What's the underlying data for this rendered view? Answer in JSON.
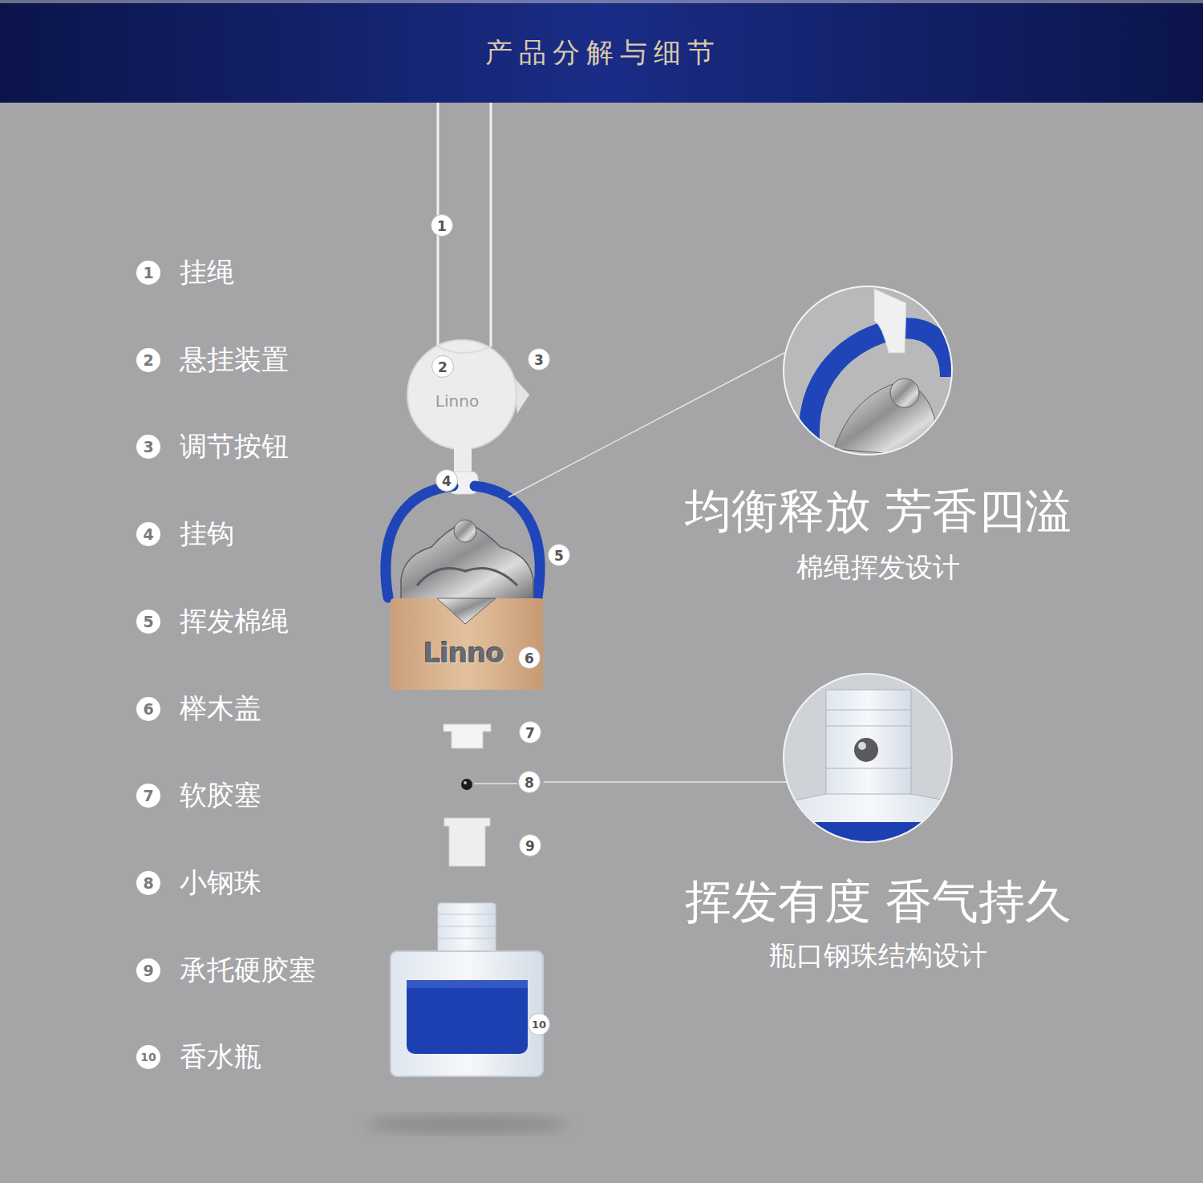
{
  "diagram": {
    "title": "产品分解与细节",
    "labels": [
      "1",
      "挂绳",
      "2",
      "悬挂装置",
      "3",
      "调节按钮",
      "4",
      "挂钩",
      "5",
      "挥发棉绳",
      "6",
      "榉木盖",
      "7",
      "软胶塞",
      "8",
      "小钢珠",
      "9",
      "承托硬胶塞",
      "10",
      "香水瓶",
      "1",
      "2",
      "3",
      "4",
      "5",
      "6",
      "7",
      "8",
      "9",
      "10",
      "Linno",
      "Linno",
      "均衡释放 芳香四溢",
      "棉绳挥发设计",
      "挥发有度 香气持久",
      "瓶口钢珠结构设计"
    ]
  }
}
